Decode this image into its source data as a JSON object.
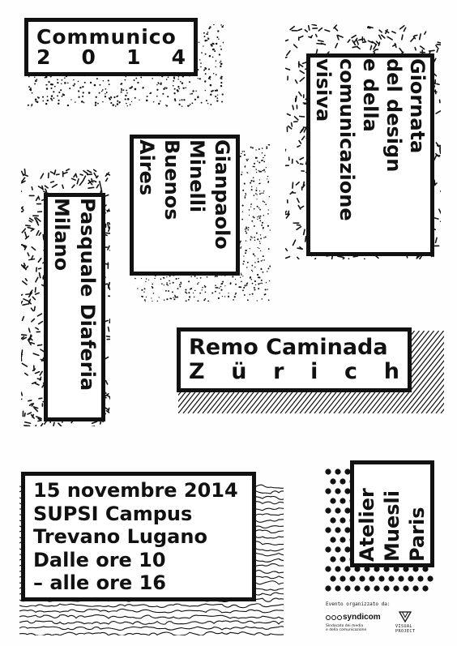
{
  "colors": {
    "ink": "#111111",
    "paper": "#fefefe"
  },
  "title_box": {
    "lines": [
      "Communico",
      "2014"
    ]
  },
  "giornata_box": {
    "lines": [
      "Giornata",
      "del design",
      "e della",
      "comunicazione",
      "visiva"
    ]
  },
  "minelli_box": {
    "lines": [
      "Gianpaolo",
      "Minelli",
      "Buenos",
      "Aires"
    ]
  },
  "diaferia_box": {
    "lines": [
      "Pasquale Diaferia",
      "Milano"
    ]
  },
  "caminada_box": {
    "lines": [
      "Remo Caminada",
      "Zürich"
    ]
  },
  "info_box": {
    "lines": [
      "15 novembre 2014",
      "SUPSI Campus",
      "Trevano Lugano",
      "Dalle ore 10",
      "– alle ore 16"
    ]
  },
  "atelier_box": {
    "lines": [
      "Atelier",
      "Muesli",
      "Paris"
    ]
  },
  "sponsors": {
    "organized_by": "Evento organizzato da:",
    "syndicom_name": "syndicom",
    "syndicom_tagline_1": "Sindacato dei media",
    "syndicom_tagline_2": "e della comunicazione",
    "visual_project_1": "VISUAL",
    "visual_project_2": "PROJECT"
  }
}
